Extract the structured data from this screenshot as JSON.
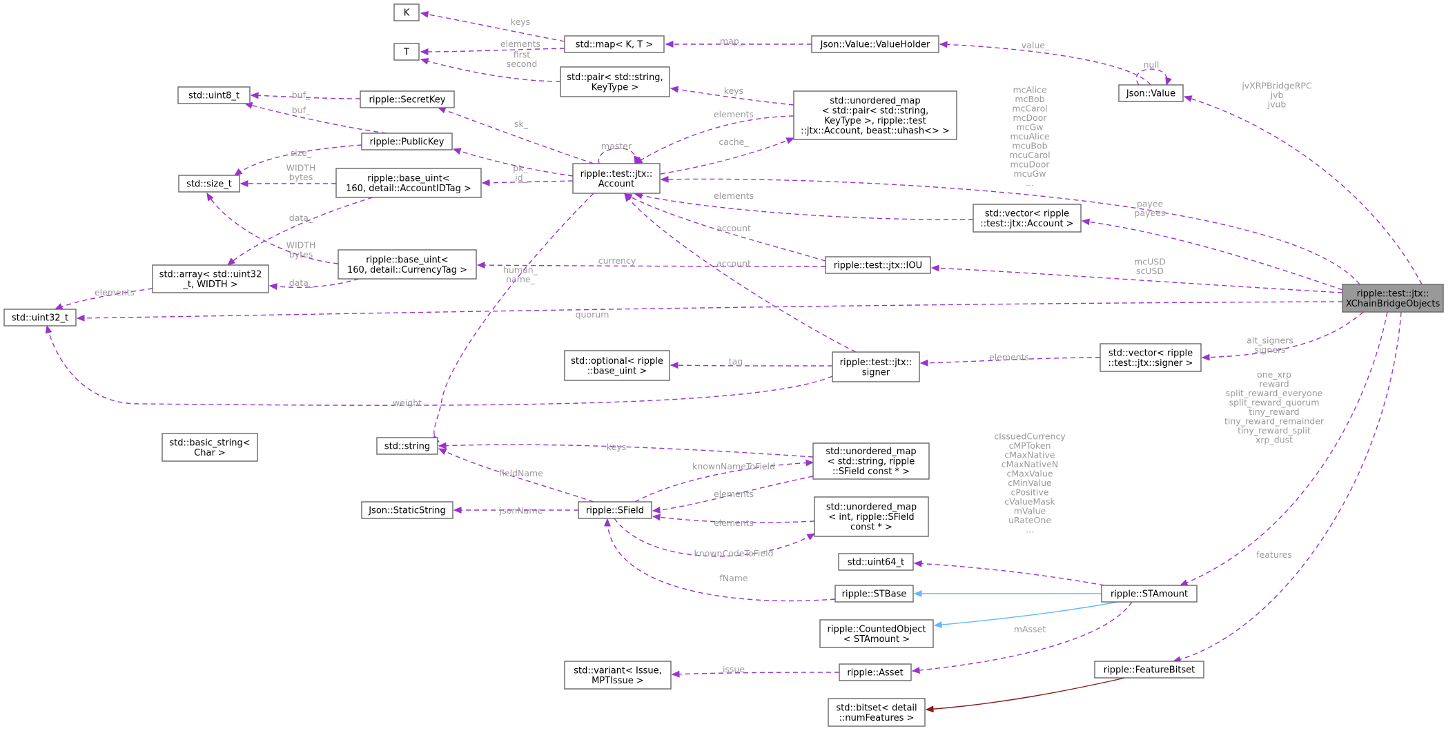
{
  "diagram": {
    "nodes": {
      "main": [
        "ripple::test::jtx::",
        "XChainBridgeObjects"
      ],
      "K": [
        "K"
      ],
      "T": [
        "T"
      ],
      "map": [
        "std::map< K, T >"
      ],
      "valueholder": [
        "Json::Value::ValueHolder"
      ],
      "jsonvalue": [
        "Json::Value"
      ],
      "pair": [
        "std::pair< std::string,",
        "KeyType >"
      ],
      "uint8": [
        "std::uint8_t"
      ],
      "secretkey": [
        "ripple::SecretKey"
      ],
      "publickey": [
        "ripple::PublicKey"
      ],
      "umap_account": [
        "std::unordered_map",
        "< std::pair< std::string,",
        "KeyType >, ripple::test",
        "::jtx::Account, beast::uhash<> >"
      ],
      "account": [
        "ripple::test::jtx::",
        "Account"
      ],
      "sizet": [
        "std::size_t"
      ],
      "baseuint_acct": [
        "ripple::base_uint<",
        "160, detail::AccountIDTag >"
      ],
      "vec_account": [
        "std::vector< ripple",
        "::test::jtx::Account >"
      ],
      "array": [
        "std::array< std::uint32",
        "_t, WIDTH >"
      ],
      "baseuint_curr": [
        "ripple::base_uint<",
        "160, detail::CurrencyTag >"
      ],
      "iou": [
        "ripple::test::jtx::IOU"
      ],
      "uint32": [
        "std::uint32_t"
      ],
      "optional": [
        "std::optional< ripple",
        "::base_uint >"
      ],
      "signer": [
        "ripple::test::jtx::",
        "signer"
      ],
      "vec_signer": [
        "std::vector< ripple",
        "::test::jtx::signer >"
      ],
      "basic_string": [
        "std::basic_string<",
        "Char >"
      ],
      "string": [
        "std::string"
      ],
      "umap_sfield_str": [
        "std::unordered_map",
        "< std::string, ripple",
        "::SField const * >"
      ],
      "staticstring": [
        "Json::StaticString"
      ],
      "sfield": [
        "ripple::SField"
      ],
      "umap_sfield_int": [
        "std::unordered_map",
        "< int, ripple::SField",
        "const * >"
      ],
      "uint64": [
        "std::uint64_t"
      ],
      "stbase": [
        "ripple::STBase"
      ],
      "stamount": [
        "ripple::STAmount"
      ],
      "countedobject": [
        "ripple::CountedObject",
        "< STAmount >"
      ],
      "variant": [
        "std::variant< Issue,",
        "MPTIssue >"
      ],
      "asset": [
        "ripple::Asset"
      ],
      "featurebitset": [
        "ripple::FeatureBitset"
      ],
      "bitset": [
        "std::bitset< detail",
        "::numFeatures >"
      ]
    },
    "edge_labels": {
      "map_K": [
        "keys"
      ],
      "map_T": [
        "elements"
      ],
      "pair_T": [
        "first",
        "second"
      ],
      "vh_map": [
        "map_"
      ],
      "jv_vh": [
        "value_"
      ],
      "jv_self": [
        "null"
      ],
      "umap_pair": [
        "keys"
      ],
      "sk_uint8": [
        "buf_"
      ],
      "pk_uint8": [
        "buf_"
      ],
      "pk_size": [
        "size_"
      ],
      "acct_sk": [
        "sk_"
      ],
      "acct_pk": [
        "pk_"
      ],
      "acct_self": [
        "master"
      ],
      "acct_umap": [
        "cache_"
      ],
      "umap_acct": [
        "elements"
      ],
      "acct_buid": [
        "id_"
      ],
      "buid_size": [
        "WIDTH",
        "bytes"
      ],
      "buid_array": [
        "data_"
      ],
      "bucur_size": [
        "WIDTH",
        "bytes"
      ],
      "bucur_array": [
        "data_"
      ],
      "array_uint32": [
        "elements"
      ],
      "main_account": [
        "mcAlice",
        "mcBob",
        "mcCarol",
        "mcDoor",
        "mcGw",
        "mcuAlice",
        "mcuBob",
        "mcuCarol",
        "mcuDoor",
        "mcuGw",
        "..."
      ],
      "main_jv": [
        "jvXRPBridgeRPC",
        "jvb",
        "jvub"
      ],
      "vec_acct": [
        "elements"
      ],
      "main_vecacct": [
        "payee",
        "payees"
      ],
      "iou_account": [
        "account"
      ],
      "iou_bucur": [
        "currency"
      ],
      "main_iou": [
        "mcUSD",
        "scUSD"
      ],
      "main_uint32": [
        "quorum"
      ],
      "acct_string": [
        "human_",
        "name_"
      ],
      "signer_account": [
        "account"
      ],
      "signer_optional": [
        "tag"
      ],
      "signer_uint32": [
        "weight"
      ],
      "vecsigner_signer": [
        "elements"
      ],
      "main_vecsigner": [
        "alt_signers",
        "signers"
      ],
      "main_stamount": [
        "one_xrp",
        "reward",
        "split_reward_everyone",
        "split_reward_quorum",
        "tiny_reward",
        "tiny_reward_remainder",
        "tiny_reward_split",
        "xrp_dust"
      ],
      "umapstr_string": [
        "keys"
      ],
      "sfield_umapstr": [
        "knownNameToField"
      ],
      "umapstr_sfield": [
        "elements"
      ],
      "sfield_string": [
        "fieldName"
      ],
      "sfield_static": [
        "jsonName"
      ],
      "umapint_sfield": [
        "elements"
      ],
      "sfield_umapint": [
        "knownCodeToField"
      ],
      "stbase_sfield": [
        "fName"
      ],
      "stamount_uint64": [
        "cIssuedCurrency",
        "cMPToken",
        "cMaxNative",
        "cMaxNativeN",
        "cMaxValue",
        "cMinValue",
        "cPositive",
        "cValueMask",
        "mValue",
        "uRateOne",
        "..."
      ],
      "stamount_asset": [
        "mAsset"
      ],
      "asset_variant": [
        "issue"
      ],
      "main_feature": [
        "features"
      ]
    }
  }
}
